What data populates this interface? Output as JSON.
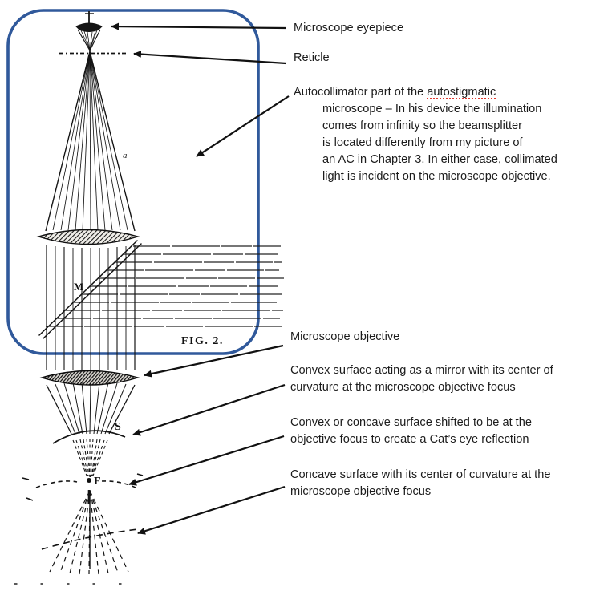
{
  "figure": {
    "fig_label": "FIG. 2.",
    "beamsplitter_label": "M",
    "surface_label": "S",
    "focus_label": "F",
    "cone_label": "a"
  },
  "colors": {
    "callout_box_blue": "#30599b",
    "spellcheck_red": "#e0392f",
    "ink_black": "#151515"
  },
  "annotations": {
    "eyepiece": {
      "label": "Microscope eyepiece"
    },
    "reticle": {
      "label": "Reticle"
    },
    "autocollimator": {
      "line1_prefix": "Autocollimator part of the ",
      "line1_word": "autostigmatic",
      "lines": [
        "microscope – In his device the illumination",
        "comes from infinity so the beamsplitter",
        "is located differently from my picture of",
        "an AC in Chapter 3. In either case, collimated",
        "light is incident on the microscope objective."
      ]
    },
    "objective": {
      "label": "Microscope objective"
    },
    "convex_mirror": {
      "line1": "Convex surface acting as a mirror with its center of",
      "line2": "curvature at the microscope objective focus"
    },
    "cats_eye": {
      "line1": "Convex or concave surface shifted to be at the",
      "line2": "objective focus to create a Cat’s eye reflection"
    },
    "concave": {
      "line1": "Concave surface with its center of curvature at the",
      "line2": "microscope objective focus"
    }
  }
}
